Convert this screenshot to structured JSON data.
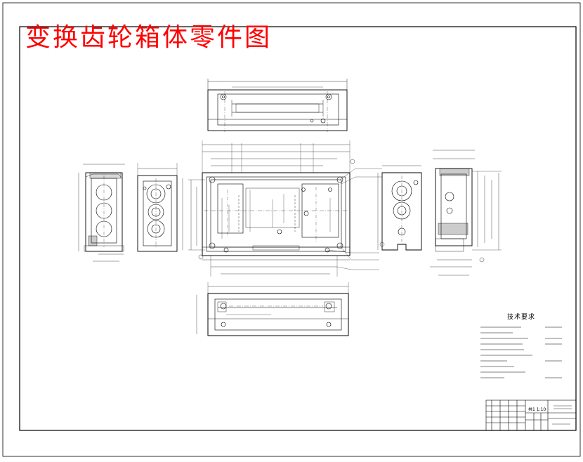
{
  "drawing": {
    "title": "变换齿轮箱体零件图"
  },
  "technical_requirements": {
    "heading": "技术要求"
  },
  "title_block": {
    "ratio_text": "共1 1:10"
  },
  "colors": {
    "title": "#ff0000",
    "line": "#000000",
    "paper": "#ffffff"
  }
}
